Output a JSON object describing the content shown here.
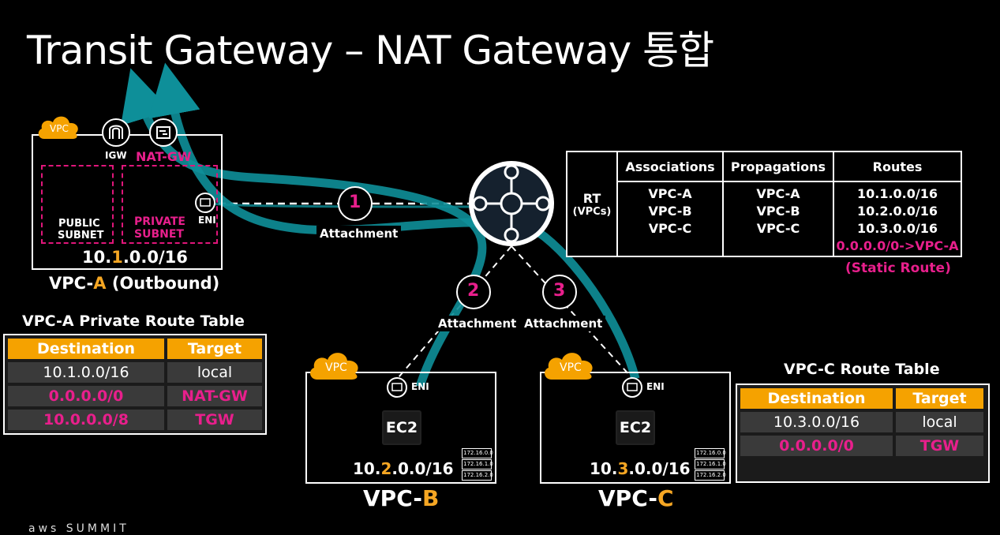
{
  "title": "Transit Gateway –  NAT Gateway 통합",
  "vpc_a": {
    "cloud": "VPC",
    "igw": "IGW",
    "natgw": "NAT-GW",
    "public_subnet_1": "PUBLIC",
    "public_subnet_2": "SUBNET",
    "private_subnet_1": "PRIVATE",
    "private_subnet_2": "SUBNET",
    "eni": "ENI",
    "cidr_pre": "10.",
    "cidr_hl": "1",
    "cidr_post": ".0.0/16",
    "name_pre": "VPC-",
    "name_hl": "A",
    "name_post": " (Outbound)"
  },
  "vpc_b": {
    "cloud": "VPC",
    "eni": "ENI",
    "ec2": "EC2",
    "cidr_pre": "10.",
    "cidr_hl": "2",
    "cidr_post": ".0.0/16",
    "name_pre": "VPC-",
    "name_hl": "B"
  },
  "vpc_c": {
    "cloud": "VPC",
    "eni": "ENI",
    "ec2": "EC2",
    "cidr_pre": "10.",
    "cidr_hl": "3",
    "cidr_post": ".0.0/16",
    "name_pre": "VPC-",
    "name_hl": "C"
  },
  "chip_lines": [
    "172.16.0.0",
    "172.16.1.0",
    "172.16.2.0"
  ],
  "attachments": {
    "n1": "1",
    "n2": "2",
    "n3": "3",
    "label": "Attachment"
  },
  "tgw_table": {
    "rt": "RT",
    "rt_sub": "(VPCs)",
    "headers": [
      "Associations",
      "Propagations",
      "Routes"
    ],
    "associations": [
      "VPC-A",
      "VPC-B",
      "VPC-C"
    ],
    "propagations": [
      "VPC-A",
      "VPC-B",
      "VPC-C"
    ],
    "routes": [
      "10.1.0.0/16",
      "10.2.0.0/16",
      "10.3.0.0/16"
    ],
    "static_route": "0.0.0.0/0->VPC-A",
    "static_note": "(Static Route)"
  },
  "vpc_a_rt": {
    "title": "VPC-A Private Route Table",
    "headers": [
      "Destination",
      "Target"
    ],
    "rows": [
      {
        "dest": "10.1.0.0/16",
        "target": "local",
        "hl": false
      },
      {
        "dest": "0.0.0.0/0",
        "target": "NAT-GW",
        "hl": true
      },
      {
        "dest": "10.0.0.0/8",
        "target": "TGW",
        "hl": true
      }
    ]
  },
  "vpc_c_rt": {
    "title": "VPC-C Route Table",
    "headers": [
      "Destination",
      "Target"
    ],
    "rows": [
      {
        "dest": "10.3.0.0/16",
        "target": "local",
        "hl": false
      },
      {
        "dest": "0.0.0.0/0",
        "target": "TGW",
        "hl": true
      }
    ]
  },
  "footer": "aws SUMMIT",
  "colors": {
    "accent_pink": "#e81f8c",
    "accent_orange": "#f5a623",
    "path_teal": "#0e8f99",
    "header_orange": "#f5a200"
  }
}
